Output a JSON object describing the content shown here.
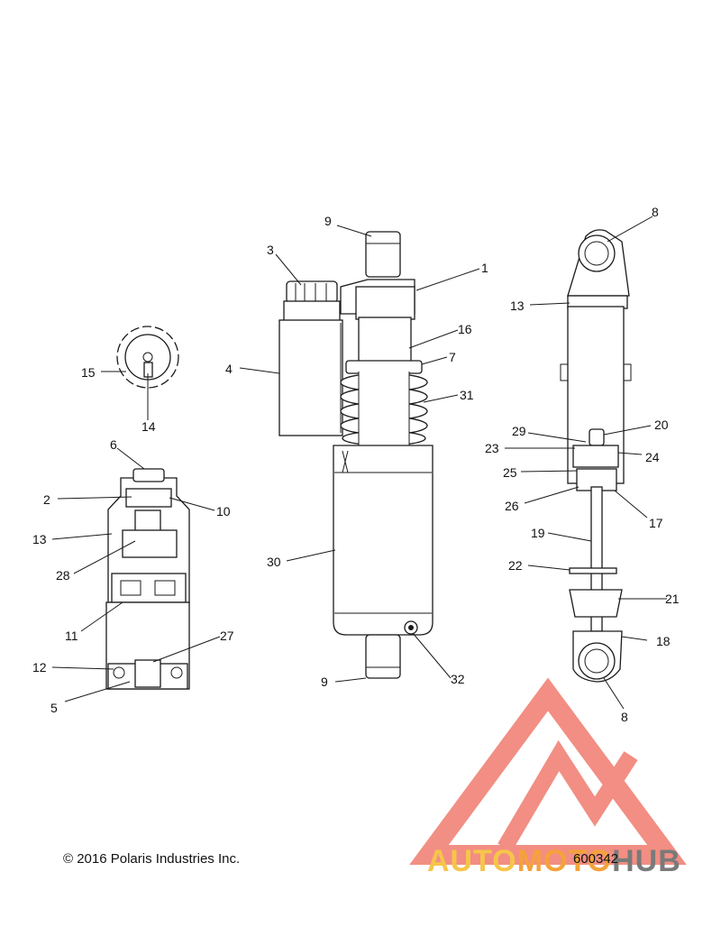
{
  "callouts": {
    "c1": "1",
    "c2": "2",
    "c3": "3",
    "c4": "4",
    "c5": "5",
    "c6": "6",
    "c7": "7",
    "c8a": "8",
    "c8b": "8",
    "c9a": "9",
    "c9b": "9",
    "c10": "10",
    "c11": "11",
    "c12": "12",
    "c13a": "13",
    "c13b": "13",
    "c14": "14",
    "c15": "15",
    "c16": "16",
    "c17": "17",
    "c18": "18",
    "c19": "19",
    "c20": "20",
    "c21": "21",
    "c22": "22",
    "c23": "23",
    "c24": "24",
    "c25": "25",
    "c26": "26",
    "c27": "27",
    "c28": "28",
    "c29": "29",
    "c30": "30",
    "c31": "31",
    "c32": "32"
  },
  "footer": {
    "copyright": "© 2016 Polaris Industries Inc.",
    "part_number": "600342"
  },
  "watermark": {
    "word_a": "AUTO",
    "word_b": "MOTO",
    "word_c": "HUB",
    "colors": {
      "logo": "#f07b6e",
      "auto": "#f6c54a",
      "moto": "#f4a23a",
      "hub": "#7a7a7a"
    }
  }
}
